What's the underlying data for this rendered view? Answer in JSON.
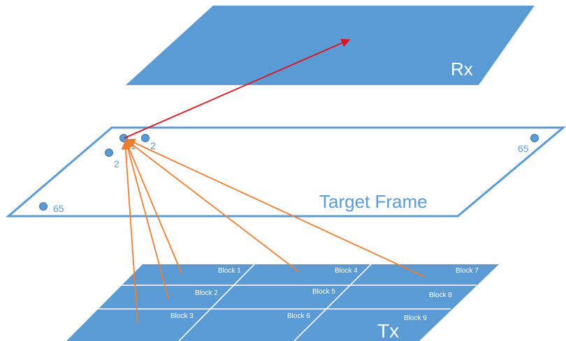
{
  "planes": {
    "rx": {
      "label": "Rx"
    },
    "target": {
      "label": "Target Frame"
    },
    "tx": {
      "label": "Tx"
    }
  },
  "target_points": {
    "p1": "1",
    "p2_right": "2",
    "p2_below": "2",
    "p65_right": "65",
    "p65_left": "65"
  },
  "blocks": [
    "Block 1",
    "Block 2",
    "Block 3",
    "Block 4",
    "Block 5",
    "Block 6",
    "Block 7",
    "Block 8",
    "Block 9"
  ],
  "colors": {
    "plane_fill": "#5b9bd5",
    "plane_stroke": "#5b9bd5",
    "text_blue": "#5b9bd5",
    "ray_orange": "#ed7d31",
    "ray_red": "#e0141e",
    "white": "#ffffff"
  }
}
